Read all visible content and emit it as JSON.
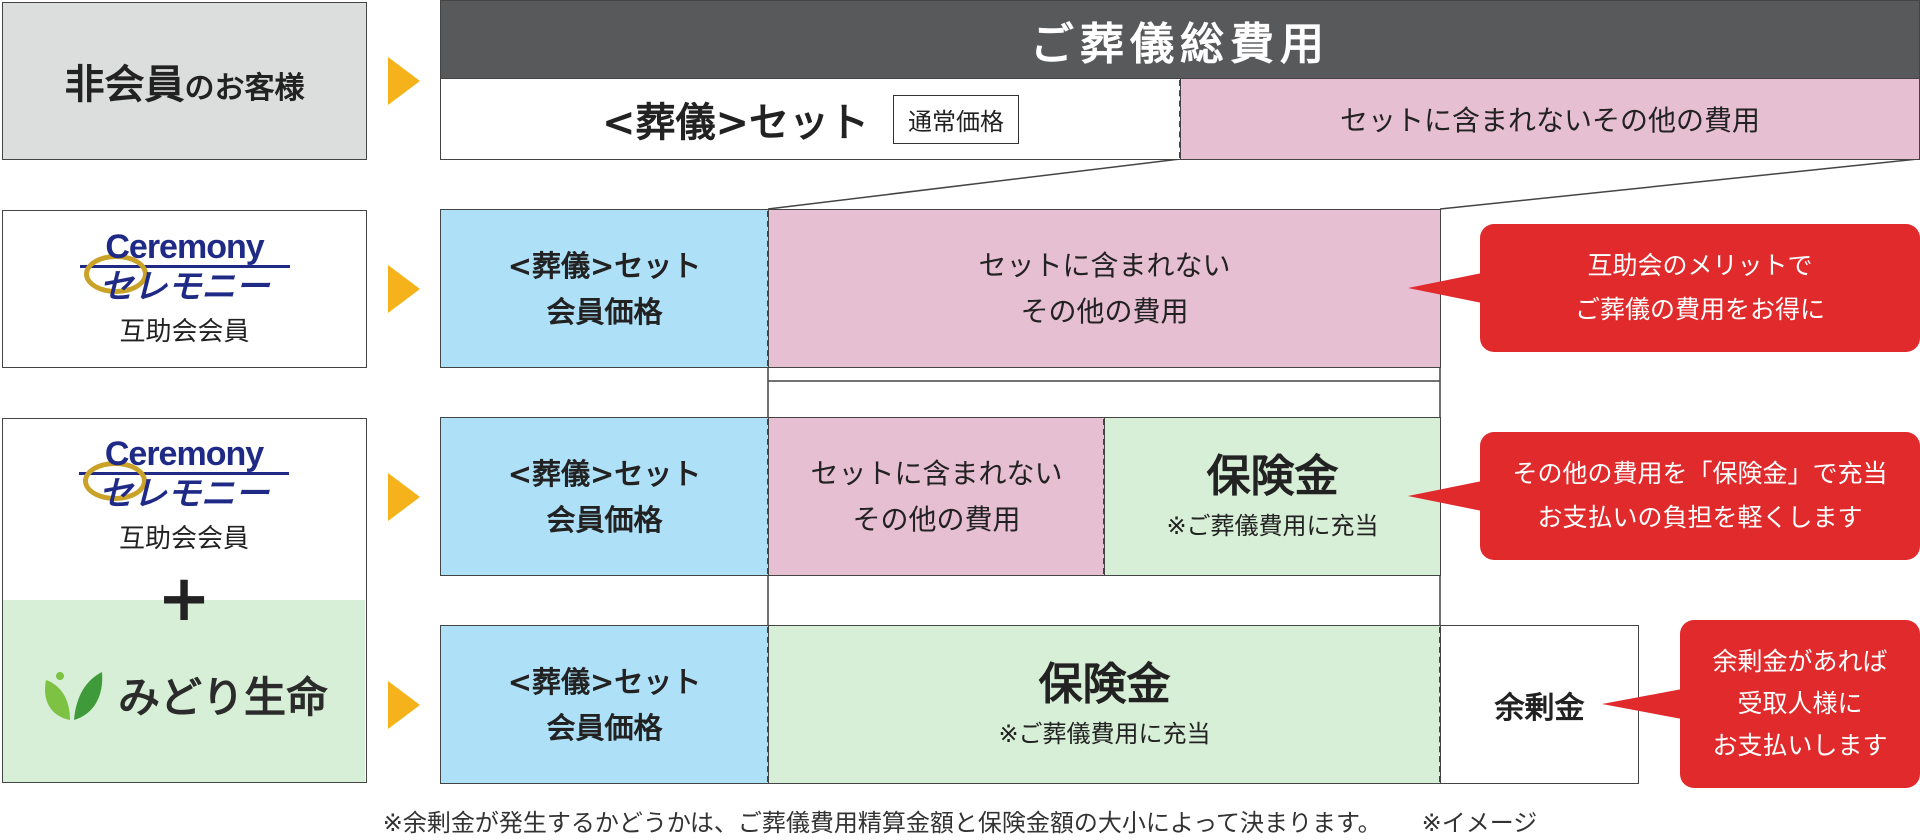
{
  "rows": {
    "non_member": {
      "label_main": "非会員",
      "label_suffix": "のお客様"
    },
    "member": {
      "logo_en": "Ceremony",
      "logo_kana": "セレモニー",
      "caption": "互助会会員"
    },
    "member_plus": {
      "logo_en": "Ceremony",
      "logo_kana": "セレモニー",
      "caption": "互助会会員",
      "plus": "+",
      "insurer": "みどり生命"
    }
  },
  "header": {
    "title": "ご葬儀総費用"
  },
  "row1": {
    "set_label": "<葬儀>セット",
    "price_badge": "通常価格",
    "other_costs": "セットに含まれないその他の費用"
  },
  "row2": {
    "set_line1": "<葬儀>セット",
    "set_line2": "会員価格",
    "other_line1": "セットに含まれない",
    "other_line2": "その他の費用",
    "bubble_line1": "互助会のメリットで",
    "bubble_line2": "ご葬儀の費用をお得に"
  },
  "row3": {
    "set_line1": "<葬儀>セット",
    "set_line2": "会員価格",
    "other_line1": "セットに含まれない",
    "other_line2": "その他の費用",
    "insurance": "保険金",
    "insurance_note": "※ご葬儀費用に充当",
    "bubble_line1": "その他の費用を「保険金」で充当",
    "bubble_line2": "お支払いの負担を軽くします"
  },
  "row4": {
    "set_line1": "<葬儀>セット",
    "set_line2": "会員価格",
    "insurance": "保険金",
    "insurance_note": "※ご葬儀費用に充当",
    "surplus": "余剰金",
    "bubble_line1": "余剰金があれば",
    "bubble_line2": "受取人様に",
    "bubble_line3": "お支払いします"
  },
  "footnote": {
    "main": "※余剰金が発生するかどうかは、ご葬儀費用精算金額と保険金額の大小によって決まります。",
    "image_note": "※イメージ"
  },
  "colors": {
    "header_bg": "#58595b",
    "set_blue": "#aee0f7",
    "other_pink": "#e7bfd3",
    "insurance_green": "#d8efd7",
    "arrow_orange": "#f6b21b",
    "bubble_red": "#e02a2b",
    "non_member_gray": "#dcdddd"
  },
  "icons": {
    "arrow": "triangle-right-icon",
    "leaf": "green-leaf-icon"
  }
}
